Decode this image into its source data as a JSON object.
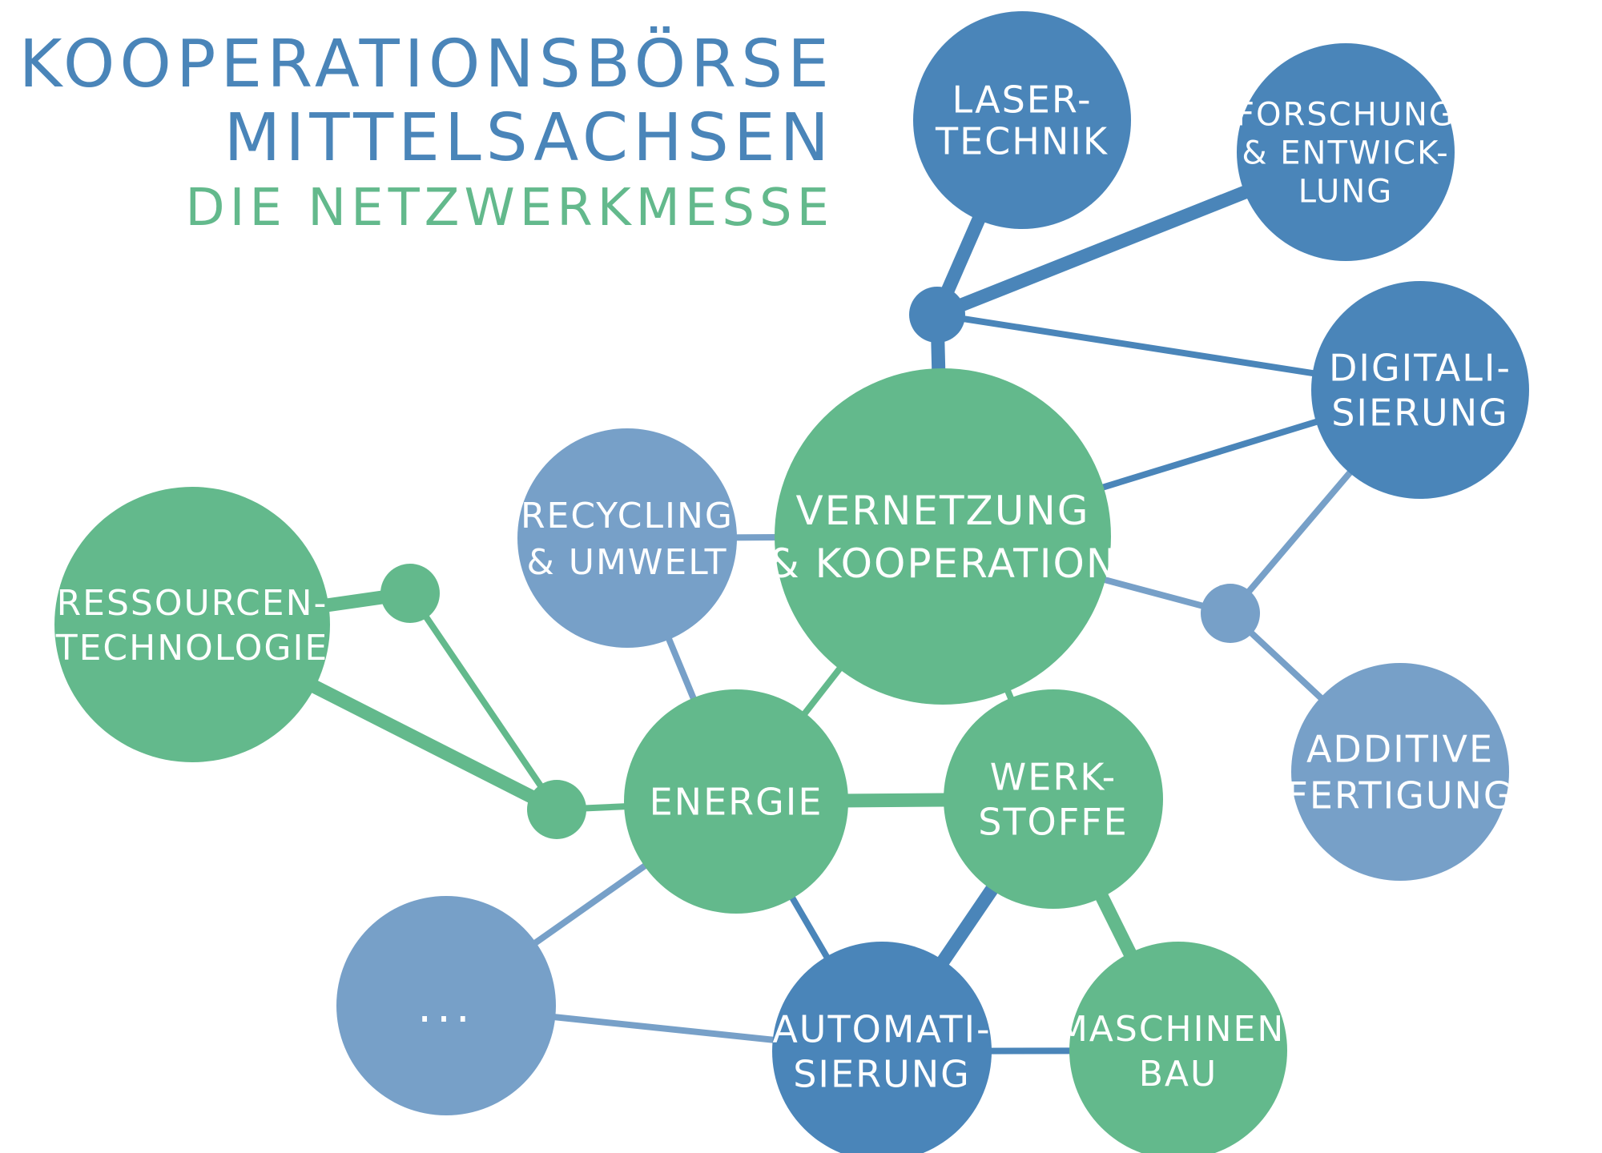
{
  "colors": {
    "blue_dark": "#4a85b9",
    "blue_light": "#77a0c8",
    "green": "#63b98c",
    "label": "#ffffff"
  },
  "header": {
    "title_line1": "KOOPERATIONSBÖRSE",
    "title_line2": "MITTELSACHSEN",
    "subtitle": "DIE NETZWERKMESSE"
  },
  "nodes": [
    {
      "id": "lasertechnik",
      "lines": [
        "LASER-",
        "TECHNIK"
      ],
      "color": "blue_dark"
    },
    {
      "id": "forschung",
      "lines": [
        "FORSCHUNG",
        "& ENTWICK-",
        "LUNG"
      ],
      "color": "blue_dark"
    },
    {
      "id": "digitalisierung",
      "lines": [
        "DIGITALI-",
        "SIERUNG"
      ],
      "color": "blue_dark"
    },
    {
      "id": "vernetzung",
      "lines": [
        "VERNETZUNG",
        "& KOOPERATION"
      ],
      "color": "green"
    },
    {
      "id": "recycling",
      "lines": [
        "RECYCLING",
        "& UMWELT"
      ],
      "color": "blue_light"
    },
    {
      "id": "ressourcen",
      "lines": [
        "RESSOURCEN-",
        "TECHNOLOGIE"
      ],
      "color": "green"
    },
    {
      "id": "energie",
      "lines": [
        "ENERGIE"
      ],
      "color": "green"
    },
    {
      "id": "werkstoffe",
      "lines": [
        "WERK-",
        "STOFFE"
      ],
      "color": "green"
    },
    {
      "id": "additive",
      "lines": [
        "ADDITIVE",
        "FERTIGUNG"
      ],
      "color": "blue_light"
    },
    {
      "id": "more",
      "lines": [
        "..."
      ],
      "color": "blue_light"
    },
    {
      "id": "automatisierung",
      "lines": [
        "AUTOMATI-",
        "SIERUNG"
      ],
      "color": "blue_dark"
    },
    {
      "id": "maschinenbau",
      "lines": [
        "MASCHINEN-",
        "BAU"
      ],
      "color": "green"
    }
  ],
  "junctions": [
    {
      "id": "j_top",
      "color": "blue_dark"
    },
    {
      "id": "j_right",
      "color": "blue_light"
    },
    {
      "id": "j_left_top",
      "color": "green"
    },
    {
      "id": "j_left_bottom",
      "color": "green"
    }
  ],
  "edges": [
    {
      "from": "j_top",
      "to": "lasertechnik",
      "color": "blue_dark",
      "weight": "heavy"
    },
    {
      "from": "j_top",
      "to": "forschung",
      "color": "blue_dark",
      "weight": "heavy"
    },
    {
      "from": "j_top",
      "to": "vernetzung",
      "color": "blue_dark",
      "weight": "heavy"
    },
    {
      "from": "j_top",
      "to": "digitalisierung",
      "color": "blue_dark",
      "weight": "normal"
    },
    {
      "from": "vernetzung",
      "to": "digitalisierung",
      "color": "blue_dark",
      "weight": "normal"
    },
    {
      "from": "vernetzung",
      "to": "j_right",
      "color": "blue_light",
      "weight": "normal"
    },
    {
      "from": "j_right",
      "to": "digitalisierung",
      "color": "blue_light",
      "weight": "normal"
    },
    {
      "from": "j_right",
      "to": "additive",
      "color": "blue_light",
      "weight": "normal"
    },
    {
      "from": "recycling",
      "to": "vernetzung",
      "color": "blue_light",
      "weight": "normal"
    },
    {
      "from": "recycling",
      "to": "energie",
      "color": "blue_light",
      "weight": "normal"
    },
    {
      "from": "vernetzung",
      "to": "energie",
      "color": "green",
      "weight": "normal"
    },
    {
      "from": "vernetzung",
      "to": "werkstoffe",
      "color": "green",
      "weight": "normal"
    },
    {
      "from": "energie",
      "to": "werkstoffe",
      "color": "green",
      "weight": "heavy"
    },
    {
      "from": "ressourcen",
      "to": "j_left_top",
      "color": "green",
      "weight": "heavy"
    },
    {
      "from": "ressourcen",
      "to": "j_left_bottom",
      "color": "green",
      "weight": "heavy"
    },
    {
      "from": "j_left_top",
      "to": "j_left_bottom",
      "color": "green",
      "weight": "normal"
    },
    {
      "from": "j_left_bottom",
      "to": "energie",
      "color": "green",
      "weight": "normal"
    },
    {
      "from": "energie",
      "to": "more",
      "color": "blue_light",
      "weight": "normal"
    },
    {
      "from": "energie",
      "to": "automatisierung",
      "color": "blue_dark",
      "weight": "normal"
    },
    {
      "from": "werkstoffe",
      "to": "automatisierung",
      "color": "blue_dark",
      "weight": "heavy"
    },
    {
      "from": "werkstoffe",
      "to": "maschinenbau",
      "color": "green",
      "weight": "heavy"
    },
    {
      "from": "more",
      "to": "automatisierung",
      "color": "blue_light",
      "weight": "normal"
    },
    {
      "from": "automatisierung",
      "to": "maschinenbau",
      "color": "blue_dark",
      "weight": "normal"
    }
  ]
}
